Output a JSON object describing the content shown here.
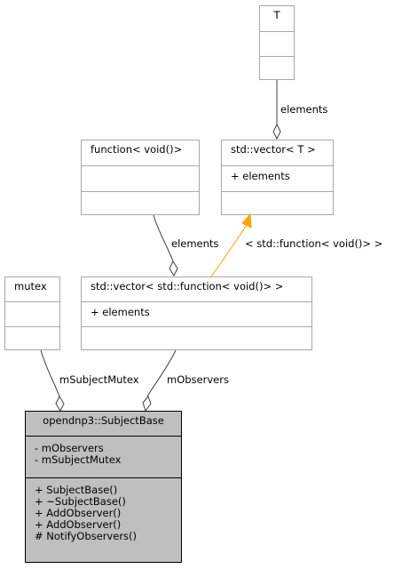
{
  "classes": {
    "t_param": {
      "title": "T"
    },
    "std_vector_t": {
      "title": "std::vector< T >",
      "attributes": [
        "+ elements"
      ]
    },
    "function_void": {
      "title": "function< void()>"
    },
    "mutex": {
      "title": "mutex"
    },
    "std_vector_function": {
      "title": "std::vector< std::function< void()> >",
      "attributes": [
        "+ elements"
      ]
    },
    "subject_base": {
      "title": "opendnp3::SubjectBase",
      "attributes": [
        "- mObservers",
        "- mSubjectMutex"
      ],
      "methods": [
        "+ SubjectBase()",
        "+ ~SubjectBase()",
        "+ AddObserver()",
        "+ AddObserver()",
        "# NotifyObservers()"
      ]
    }
  },
  "edges": {
    "t_to_vector": "elements",
    "function_to_vector": "elements",
    "template_instantiation": "< std::function< void()> >",
    "mutex_to_subject": "mSubjectMutex",
    "vector_to_subject": "mObservers"
  },
  "colors": {
    "aggregation": "#404040",
    "template": "#ffa500",
    "focus_fill": "#bfbfbf"
  }
}
